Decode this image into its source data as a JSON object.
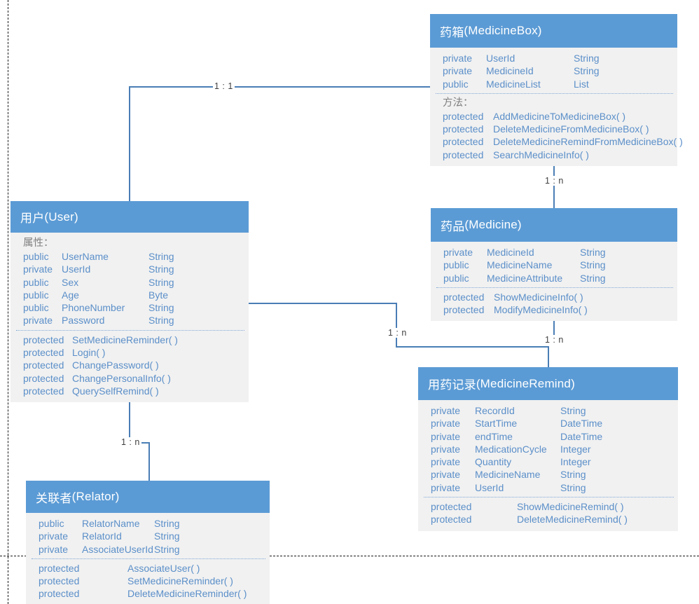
{
  "diagram": {
    "title": "Medicine Management UML Class Diagram",
    "colors": {
      "header_blue": "#5B9BD5",
      "body_gray": "#F1F1F1",
      "text_blue": "#5B8FC9",
      "connector_blue": "#4A7EB5",
      "label_gray": "#7F7F7F",
      "guide_black": "#1A1A1A"
    }
  },
  "classes": [
    {
      "id": "medicinebox",
      "title_cn": "药箱",
      "title_en": "(MedicineBox)",
      "attributes_label": null,
      "attributes": [
        {
          "visibility": "private",
          "name": "UserId",
          "type": "String"
        },
        {
          "visibility": "private",
          "name": "MedicineId",
          "type": "String"
        },
        {
          "visibility": "public",
          "name": "MedicineList",
          "type": "List"
        }
      ],
      "methods_label": "方法：",
      "methods": [
        {
          "visibility": "protected",
          "signature": "AddMedicineToMedicineBox( )"
        },
        {
          "visibility": "protected",
          "signature": "DeleteMedicineFromMedicineBox( )"
        },
        {
          "visibility": "protected",
          "signature": "DeleteMedicineRemindFromMedicineBox( )"
        },
        {
          "visibility": "protected",
          "signature": "SearchMedicineInfo( )"
        }
      ]
    },
    {
      "id": "user",
      "title_cn": "用户",
      "title_en": "(User)",
      "attributes_label": "属性：",
      "attributes": [
        {
          "visibility": "public",
          "name": "UserName",
          "type": "String"
        },
        {
          "visibility": "private",
          "name": "UserId",
          "type": "String"
        },
        {
          "visibility": "public",
          "name": "Sex",
          "type": "String"
        },
        {
          "visibility": "public",
          "name": "Age",
          "type": "Byte"
        },
        {
          "visibility": "public",
          "name": "PhoneNumber",
          "type": "String"
        },
        {
          "visibility": "private",
          "name": "Password",
          "type": "String"
        }
      ],
      "methods_label": null,
      "methods": [
        {
          "visibility": "protected",
          "signature": "SetMedicineReminder( )"
        },
        {
          "visibility": "protected",
          "signature": "Login( )"
        },
        {
          "visibility": "protected",
          "signature": "ChangePassword( )"
        },
        {
          "visibility": "protected",
          "signature": "ChangePersonalInfo( )"
        },
        {
          "visibility": "protected",
          "signature": "QuerySelfRemind( )"
        }
      ]
    },
    {
      "id": "medicine",
      "title_cn": "药品",
      "title_en": "(Medicine)",
      "attributes_label": null,
      "attributes": [
        {
          "visibility": "private",
          "name": "MedicineId",
          "type": "String"
        },
        {
          "visibility": "public",
          "name": "MedicineName",
          "type": "String"
        },
        {
          "visibility": "public",
          "name": "MedicineAttribute",
          "type": "String"
        }
      ],
      "methods_label": null,
      "methods": [
        {
          "visibility": "protected",
          "signature": "ShowMedicineInfo( )"
        },
        {
          "visibility": "protected",
          "signature": "ModifyMedicineInfo( )"
        }
      ]
    },
    {
      "id": "medicineremind",
      "title_cn": "用药记录",
      "title_en": "(MedicineRemind)",
      "attributes_label": null,
      "attributes": [
        {
          "visibility": "private",
          "name": "RecordId",
          "type": "String"
        },
        {
          "visibility": "private",
          "name": "StartTime",
          "type": "DateTime"
        },
        {
          "visibility": "private",
          "name": "endTime",
          "type": "DateTime"
        },
        {
          "visibility": "private",
          "name": "MedicationCycle",
          "type": "Integer"
        },
        {
          "visibility": "private",
          "name": "Quantity",
          "type": "Integer"
        },
        {
          "visibility": "private",
          "name": "MedicineName",
          "type": "String"
        },
        {
          "visibility": "private",
          "name": "UserId",
          "type": "String"
        }
      ],
      "methods_label": null,
      "methods": [
        {
          "visibility": "protected",
          "signature": "ShowMedicineRemind( )"
        },
        {
          "visibility": "protected",
          "signature": "DeleteMedicineRemind( )"
        }
      ]
    },
    {
      "id": "relator",
      "title_cn": "关联者",
      "title_en": "(Relator)",
      "attributes_label": null,
      "attributes": [
        {
          "visibility": "public",
          "name": "RelatorName",
          "type": "String"
        },
        {
          "visibility": "private",
          "name": "RelatorId",
          "type": "String"
        },
        {
          "visibility": "private",
          "name": "AssociateUserId",
          "type": "String"
        }
      ],
      "methods_label": null,
      "methods": [
        {
          "visibility": "protected",
          "signature": "AssociateUser( )"
        },
        {
          "visibility": "protected",
          "signature": "SetMedicineReminder( )"
        },
        {
          "visibility": "protected",
          "signature": "DeleteMedicineReminder( )"
        }
      ]
    }
  ],
  "relations": [
    {
      "id": "user-medicinebox",
      "label": "1 : 1"
    },
    {
      "id": "medicinebox-medicine",
      "label": "1 : n"
    },
    {
      "id": "user-medicineremind",
      "label": "1 : n"
    },
    {
      "id": "medicine-medicineremind",
      "label": "1 : n"
    },
    {
      "id": "user-relator",
      "label": "1 : n"
    }
  ]
}
